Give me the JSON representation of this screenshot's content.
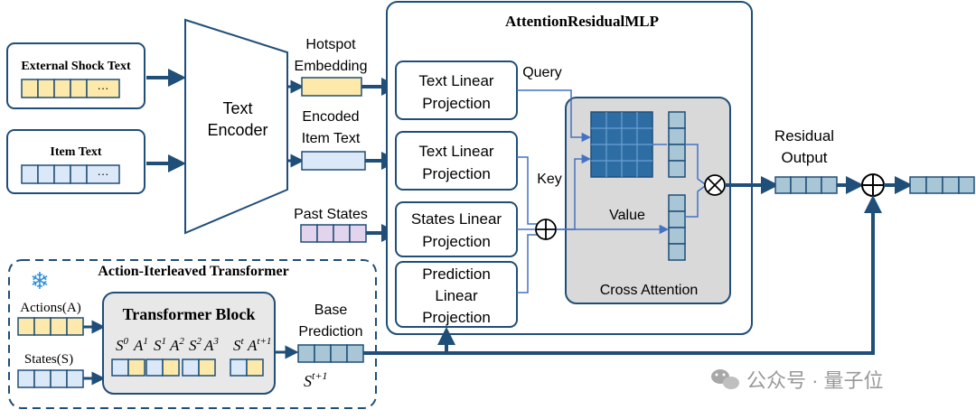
{
  "colors": {
    "arrow_dark": "#1f4e79",
    "arrow_light": "#4472c4",
    "cell_yellow": "#fde9a9",
    "cell_blue": "#dae8f7",
    "cell_teal": "#a9c6d6",
    "cell_purple": "#e2d4ec",
    "matrix_blue": "#2e6da4",
    "panel_gray": "#d9d9d9",
    "snowflake": "#2f8fd8"
  },
  "inputs": {
    "external_shock": "External Shock Text",
    "item_text": "Item Text",
    "ellipsis": "···"
  },
  "encoder": {
    "line1": "Text",
    "line2": "Encoder"
  },
  "embeddings": {
    "hotspot_line1": "Hotspot",
    "hotspot_line2": "Embedding",
    "encoded_line1": "Encoded",
    "encoded_line2": "Item Text",
    "past_states": "Past States"
  },
  "mlp": {
    "title": "AttentionResidualMLP",
    "proj1_line1": "Text Linear",
    "proj1_line2": "Projection",
    "proj2_line1": "Text Linear",
    "proj2_line2": "Projection",
    "proj3_line1": "States Linear",
    "proj3_line2": "Projection",
    "proj4_line1": "Prediction",
    "proj4_line2": "Linear",
    "proj4_line3": "Projection",
    "query": "Query",
    "key": "Key",
    "value": "Value",
    "cross_attention": "Cross Attention",
    "plus_symbol": "⊕",
    "times_symbol": "⊗"
  },
  "output": {
    "residual_line1": "Residual",
    "residual_line2": "Output",
    "plus_symbol": "⊕"
  },
  "transformer": {
    "title": "Action-Iterleaved Transformer",
    "block_title": "Transformer Block",
    "actions_label": "Actions(A)",
    "states_label": "States(S)",
    "seq_s0": "S",
    "seq_s0_sup": "0",
    "seq_a1": "A",
    "seq_a1_sup": "1",
    "seq_s1": "S",
    "seq_s1_sup": "1",
    "seq_a2": "A",
    "seq_a2_sup": "2",
    "seq_s2": "S",
    "seq_s2_sup": "2",
    "seq_a3": "A",
    "seq_a3_sup": "3",
    "seq_st": "S",
    "seq_st_sup": "t",
    "seq_at1": "A",
    "seq_at1_sup": "t+1",
    "base_line1": "Base",
    "base_line2": "Prediction",
    "st1": "S",
    "st1_sup": "t+1",
    "snowflake": "❄"
  },
  "watermark": {
    "text": "公众号 · 量子位",
    "icon": "wechat-icon"
  }
}
